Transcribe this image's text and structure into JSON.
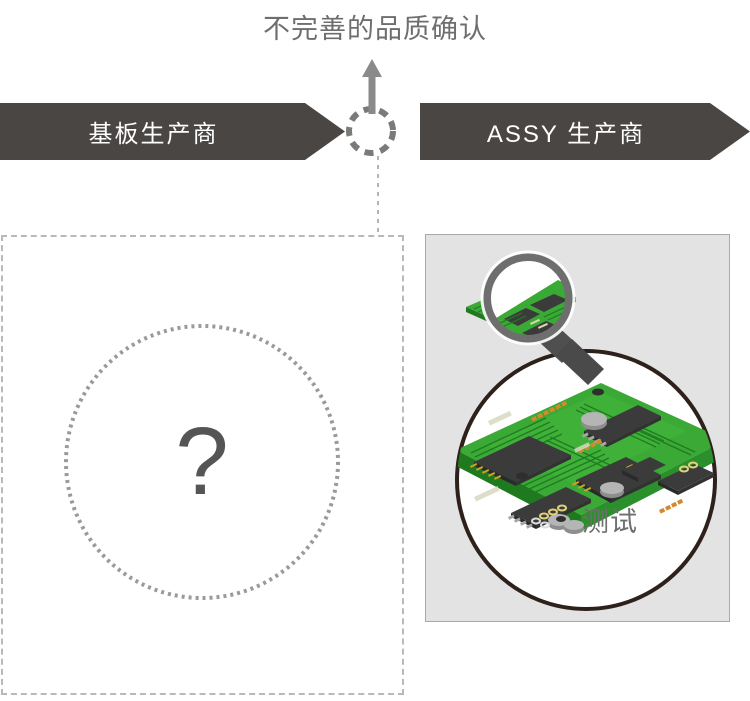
{
  "heading": {
    "text": "不完善的品质确认"
  },
  "flow": {
    "stages": [
      {
        "label": "基板生产商",
        "name": "substrate-manufacturer"
      },
      {
        "label": "ASSY 生产商",
        "name": "assy-manufacturer"
      }
    ],
    "connector": {
      "arrow_direction": "up",
      "circle_style": "dashed",
      "line_style": "dashed"
    }
  },
  "left_panel": {
    "state_symbol": "?",
    "border_style": "dashed",
    "circle_style": "dotted"
  },
  "right_panel": {
    "label": "测试",
    "background": "#e3e3e3",
    "illustration": {
      "magnifier": "magnifier-icon",
      "small_board": "small-pcb-illustration",
      "magnified_board": "magnified-pcb-illustration"
    }
  },
  "colors": {
    "banner_fill": "#4a4644",
    "banner_text": "#ffffff",
    "heading_text": "#6e6e6e",
    "dashed_gray": "#b9b9b9",
    "question_mark": "#555555",
    "pcb_green": "#3aa935",
    "pcb_dark_green": "#1f7a1f",
    "chip_dark": "#3b3b3b",
    "panel_bg": "#e3e3e3"
  }
}
